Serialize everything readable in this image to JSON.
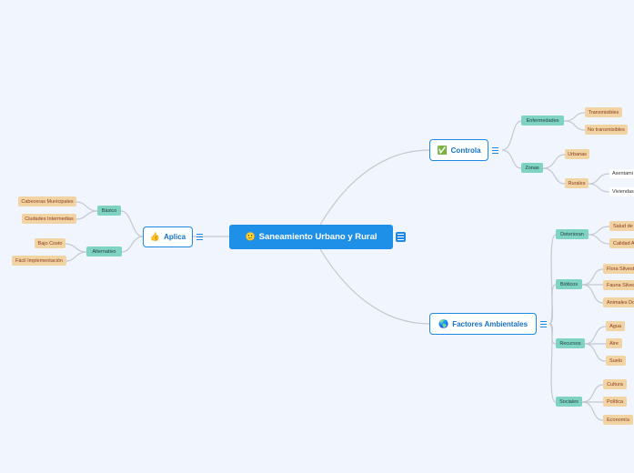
{
  "central": {
    "title": "Saneamiento Urbano y Rural",
    "icon": "smiley-icon"
  },
  "branches": {
    "controla": {
      "label": "Controla",
      "icon": "checkmark-icon",
      "enfermedades": {
        "label": "Enfermedades",
        "children": [
          "Transmisibles",
          "No transmisibles"
        ]
      },
      "zonas": {
        "label": "Zonas",
        "urbanas": "Urbanas",
        "rurales": {
          "label": "Rurales",
          "children": [
            "Asentami",
            "Viviendas"
          ]
        }
      }
    },
    "factores": {
      "label": "Factores Ambientales",
      "icon": "globe-icon",
      "deterioran": {
        "label": "Deterioran",
        "children": [
          "Salud de",
          "Calidad A"
        ]
      },
      "bioticos": {
        "label": "Bióticos",
        "children": [
          "Flora Silvest",
          "Fauna Silves",
          "Animales Do"
        ]
      },
      "recursos": {
        "label": "Recursos",
        "children": [
          "Agua",
          "Aire",
          "Suelo"
        ]
      },
      "sociales": {
        "label": "Sociales",
        "children": [
          "Cultura",
          "Política",
          "Economía"
        ]
      }
    },
    "aplica": {
      "label": "Aplica",
      "icon": "thumbs-up-icon",
      "basico": {
        "label": "Básico",
        "children": [
          "Cabeceras Municipales",
          "Ciudades Intermedias"
        ]
      },
      "alternativo": {
        "label": "Alternativo",
        "children": [
          "Bajo Costo",
          "Fácil Implementación"
        ]
      }
    }
  },
  "colors": {
    "central": "#1e90e8",
    "level2": "#7fd3c3",
    "level3": "#f1d3a4",
    "background": "#f1f5fe"
  }
}
